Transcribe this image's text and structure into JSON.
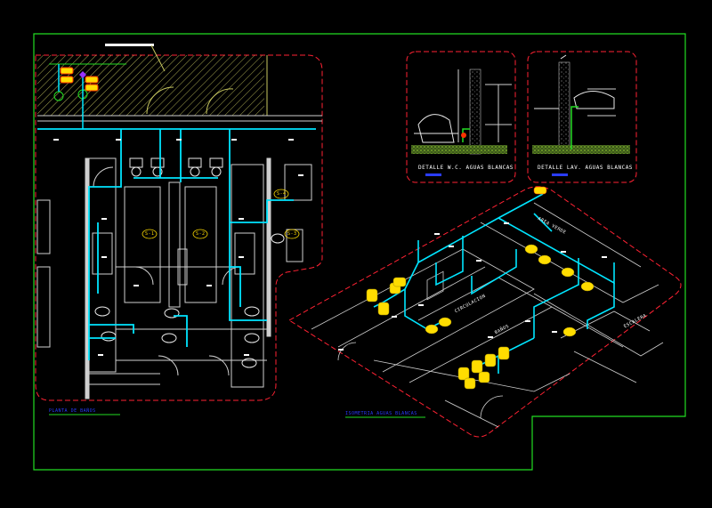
{
  "labels": {
    "detail_wc": "DETALLE W.C. AGUAS BLANCAS",
    "detail_lav": "DETALLE LAV. AGUAS BLANCAS",
    "plan_caption": "PLANTA DE BAÑOS",
    "iso_caption": "ISOMETRIA AGUAS BLANCAS",
    "room_s1": "S-1",
    "room_s2": "S-2",
    "room_s3": "S-3",
    "room_s4": "S-4",
    "iso_label_1": "CIRCULACION",
    "iso_label_2": "BAÑOS",
    "iso_label_3": "AREA VERDE",
    "iso_label_4": "ESCALERA"
  },
  "colors": {
    "background": "#000000",
    "sheet_border": "#22dd22",
    "cloud_border": "#ff2233",
    "pipe": "#00e5ff",
    "fixture": "#ffdd00",
    "wall": "#cfcfcf",
    "hatch": "#c8c860",
    "caption": "#2a3cff"
  }
}
